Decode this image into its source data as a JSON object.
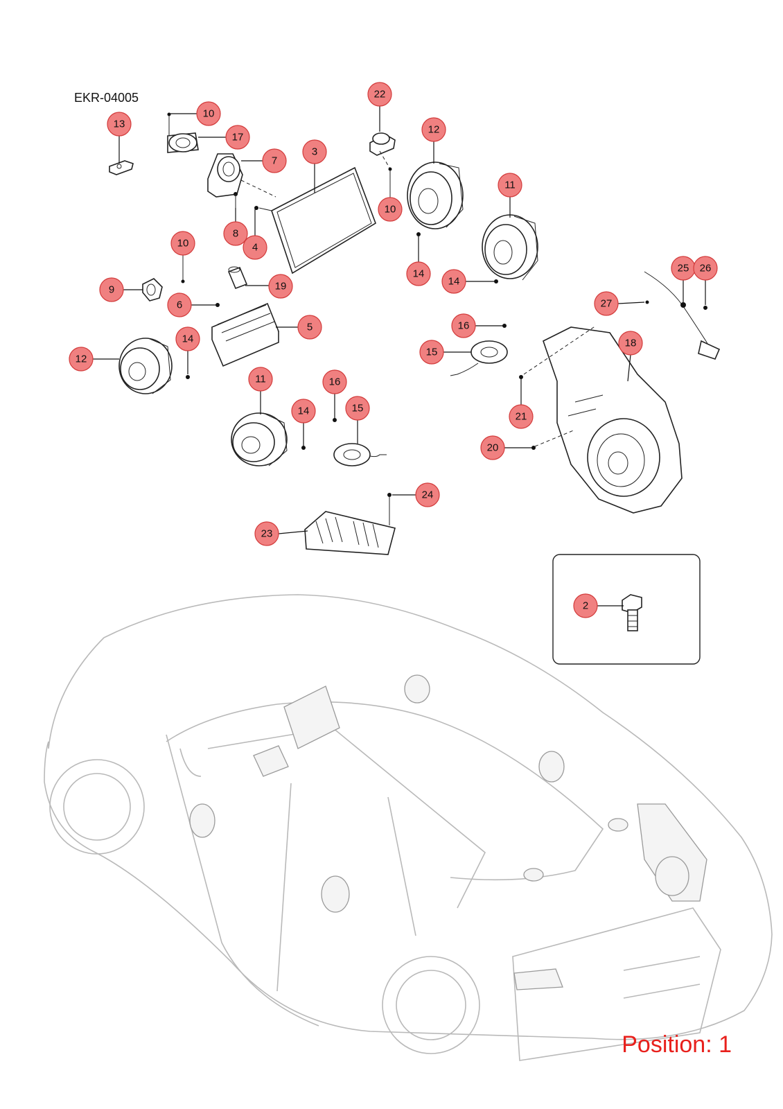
{
  "diagram_code": "EKR-04005",
  "position_label": "Position: 1",
  "callouts": [
    {
      "id": "c13",
      "label": "13"
    },
    {
      "id": "c10a",
      "label": "10"
    },
    {
      "id": "c17",
      "label": "17"
    },
    {
      "id": "c7",
      "label": "7"
    },
    {
      "id": "c3",
      "label": "3"
    },
    {
      "id": "c22",
      "label": "22"
    },
    {
      "id": "c12a",
      "label": "12"
    },
    {
      "id": "c10b",
      "label": "10"
    },
    {
      "id": "c11a",
      "label": "11"
    },
    {
      "id": "c8",
      "label": "8"
    },
    {
      "id": "c4",
      "label": "4"
    },
    {
      "id": "c10c",
      "label": "10"
    },
    {
      "id": "c14a",
      "label": "14"
    },
    {
      "id": "c14b",
      "label": "14"
    },
    {
      "id": "c9",
      "label": "9"
    },
    {
      "id": "c19",
      "label": "19"
    },
    {
      "id": "c6",
      "label": "6"
    },
    {
      "id": "c5",
      "label": "5"
    },
    {
      "id": "c25",
      "label": "25"
    },
    {
      "id": "c26",
      "label": "26"
    },
    {
      "id": "c27",
      "label": "27"
    },
    {
      "id": "c16a",
      "label": "16"
    },
    {
      "id": "c15a",
      "label": "15"
    },
    {
      "id": "c18",
      "label": "18"
    },
    {
      "id": "c12b",
      "label": "12"
    },
    {
      "id": "c14c",
      "label": "14"
    },
    {
      "id": "c11b",
      "label": "11"
    },
    {
      "id": "c16b",
      "label": "16"
    },
    {
      "id": "c14d",
      "label": "14"
    },
    {
      "id": "c15b",
      "label": "15"
    },
    {
      "id": "c21",
      "label": "21"
    },
    {
      "id": "c20",
      "label": "20"
    },
    {
      "id": "c24",
      "label": "24"
    },
    {
      "id": "c23",
      "label": "23"
    },
    {
      "id": "c2",
      "label": "2"
    }
  ],
  "colors": {
    "callout_fill": "#f08080",
    "callout_stroke": "#d23a3a",
    "position_text": "#e8201c",
    "car_outline": "#b9b9b9"
  }
}
